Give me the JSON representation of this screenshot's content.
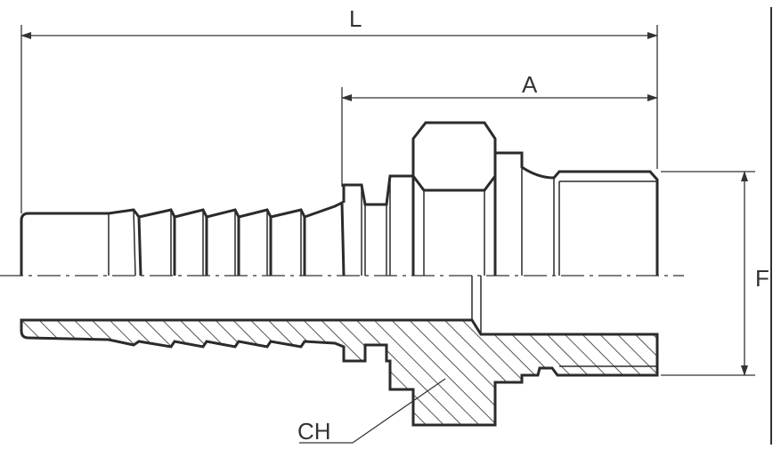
{
  "dimensions": {
    "overall_length": "L",
    "thread_length": "A",
    "thread_size": "F",
    "hex_size": "CH"
  }
}
